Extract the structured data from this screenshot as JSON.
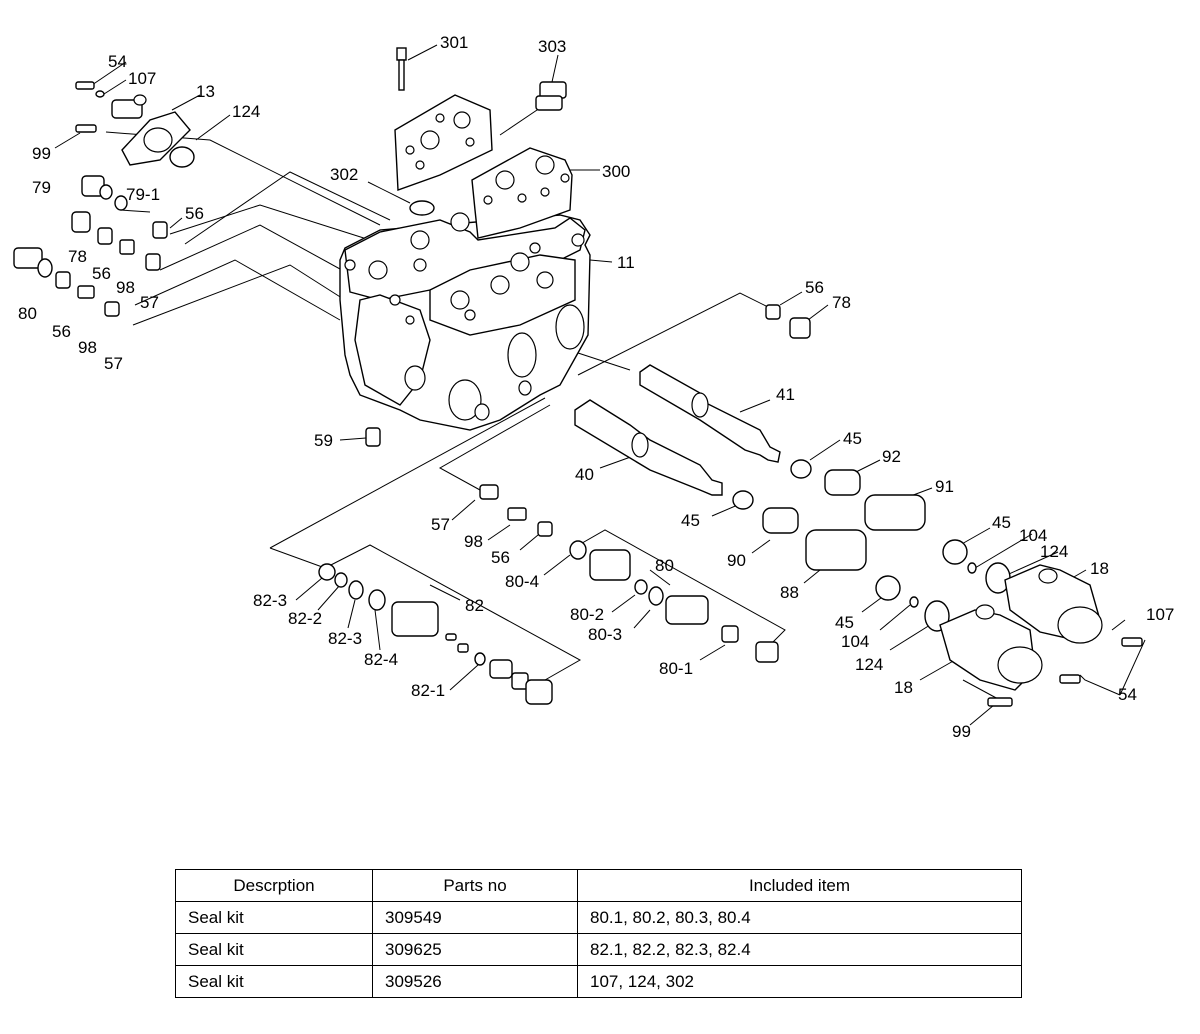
{
  "labels": {
    "l301": "301",
    "l303": "303",
    "l54a": "54",
    "l107a": "107",
    "l13": "13",
    "l124a": "124",
    "l99a": "99",
    "l79": "79",
    "l79_1": "79-1",
    "l56a": "56",
    "l78a": "78",
    "l56b": "56",
    "l98a": "98",
    "l57a": "57",
    "l80a": "80",
    "l56c": "56",
    "l98b": "98",
    "l57b": "57",
    "l302": "302",
    "l300": "300",
    "l11": "11",
    "l59": "59",
    "l56d": "56",
    "l78b": "78",
    "l41": "41",
    "l45a": "45",
    "l92": "92",
    "l91": "91",
    "l40": "40",
    "l45b": "45",
    "l45c": "45",
    "l104a": "104",
    "l124b": "124",
    "l18a": "18",
    "l107b": "107",
    "l57c": "57",
    "l98c": "98",
    "l56e": "56",
    "l80_4": "80-4",
    "l80b": "80",
    "l90": "90",
    "l88": "88",
    "l82_3a": "82-3",
    "l82_2": "82-2",
    "l82": "82",
    "l82_3b": "82-3",
    "l82_4": "82-4",
    "l82_1": "82-1",
    "l80_2": "80-2",
    "l80_3": "80-3",
    "l80_1": "80-1",
    "l45d": "45",
    "l104b": "104",
    "l124c": "124",
    "l18b": "18",
    "l54b": "54",
    "l99b": "99"
  },
  "table": {
    "headers": [
      "Descrption",
      "Parts no",
      "Included item"
    ],
    "rows": [
      {
        "description": "Seal kit",
        "parts_no": "309549",
        "included": "80.1, 80.2, 80.3, 80.4"
      },
      {
        "description": "Seal kit",
        "parts_no": "309625",
        "included": "82.1, 82.2, 82.3, 82.4"
      },
      {
        "description": "Seal kit",
        "parts_no": "309526",
        "included": "107, 124, 302"
      }
    ]
  }
}
